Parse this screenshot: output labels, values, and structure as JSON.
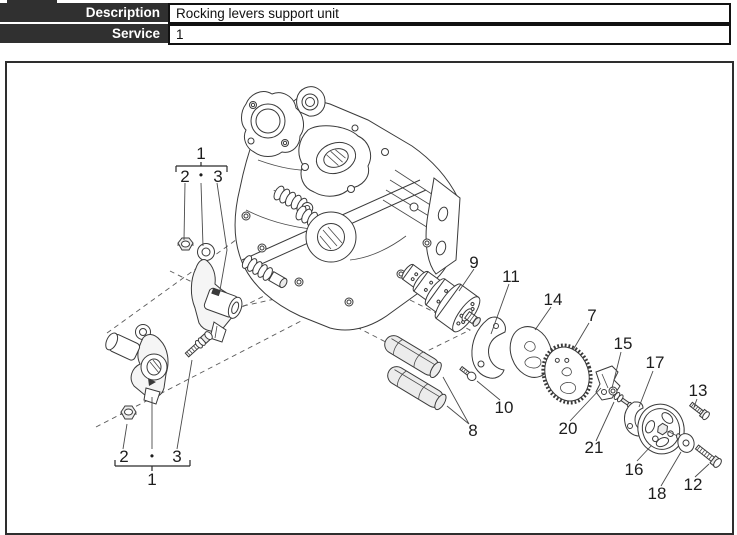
{
  "header": {
    "rows": [
      {
        "label": "Description",
        "value": "Rocking levers support unit"
      },
      {
        "label": "Service",
        "value": "1"
      }
    ]
  },
  "diagram": {
    "group_callouts": {
      "top": {
        "assembly": "1",
        "left_part": "2",
        "separator": "•",
        "right_part": "3"
      },
      "bottom": {
        "assembly": "1",
        "left_part": "2",
        "separator": "•",
        "right_part": "3"
      }
    },
    "part_callouts": [
      {
        "id": "9"
      },
      {
        "id": "11"
      },
      {
        "id": "14"
      },
      {
        "id": "7"
      },
      {
        "id": "15"
      },
      {
        "id": "17"
      },
      {
        "id": "13"
      },
      {
        "id": "10"
      },
      {
        "id": "8"
      },
      {
        "id": "20"
      },
      {
        "id": "21"
      },
      {
        "id": "16"
      },
      {
        "id": "18"
      },
      {
        "id": "12"
      }
    ],
    "colors": {
      "header_bar": "#303030",
      "line_art": "#3a3a3a",
      "background": "#ffffff"
    }
  }
}
